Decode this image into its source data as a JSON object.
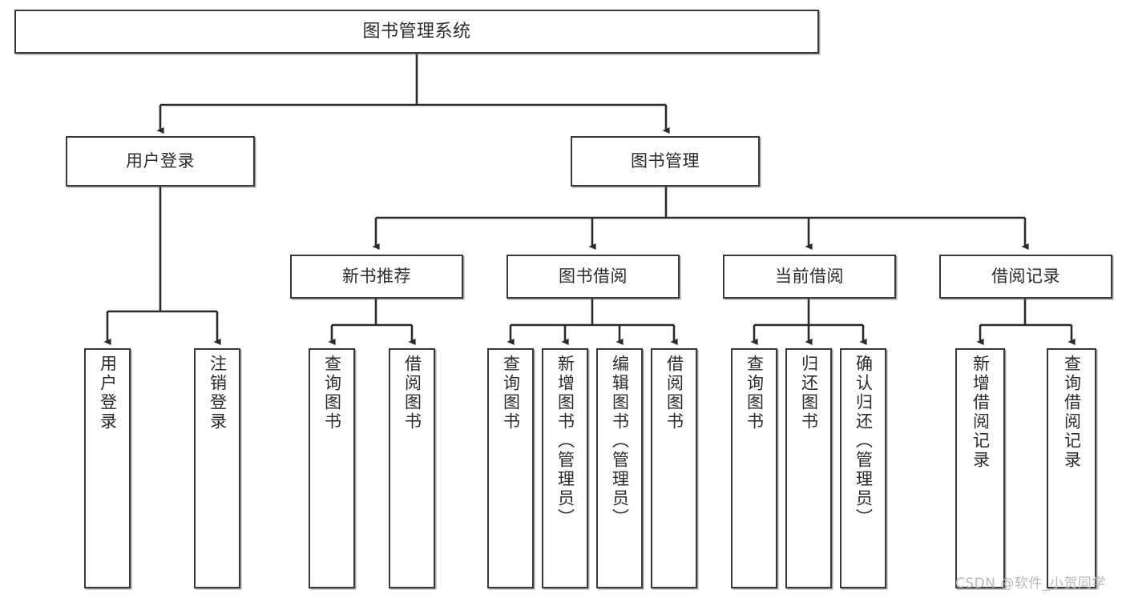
{
  "diagram": {
    "title": "图书管理系统",
    "watermark": "CSDN @软件_小贺同学",
    "colors": {
      "border": "#3a3a3a",
      "background": "#ffffff",
      "text": "#2b2b2b",
      "edge": "#2b2b2b",
      "watermark": "#b9b9b9"
    },
    "nodes": {
      "root": {
        "label": "图书管理系统"
      },
      "level1": [
        {
          "key": "user_login",
          "label": "用户登录"
        },
        {
          "key": "book_manage",
          "label": "图书管理"
        }
      ],
      "level2": [
        {
          "key": "new_book_rec",
          "label": "新书推荐"
        },
        {
          "key": "book_borrow",
          "label": "图书借阅"
        },
        {
          "key": "current_borrow",
          "label": "当前借阅"
        },
        {
          "key": "borrow_record",
          "label": "借阅记录"
        }
      ],
      "leaves": [
        {
          "key": "leaf_user_login",
          "label": "用户登录",
          "parent": "user_login"
        },
        {
          "key": "leaf_logout",
          "label": "注销登录",
          "parent": "user_login"
        },
        {
          "key": "leaf_query_book_1",
          "label": "查询图书",
          "parent": "new_book_rec"
        },
        {
          "key": "leaf_borrow_book_1",
          "label": "借阅图书",
          "parent": "new_book_rec"
        },
        {
          "key": "leaf_query_book_2",
          "label": "查询图书",
          "parent": "book_borrow"
        },
        {
          "key": "leaf_add_book",
          "label": "新增图书（管理员）",
          "parent": "book_borrow"
        },
        {
          "key": "leaf_edit_book",
          "label": "编辑图书（管理员）",
          "parent": "book_borrow"
        },
        {
          "key": "leaf_borrow_book_2",
          "label": "借阅图书",
          "parent": "book_borrow"
        },
        {
          "key": "leaf_query_book_3",
          "label": "查询图书",
          "parent": "current_borrow"
        },
        {
          "key": "leaf_return_book",
          "label": "归还图书",
          "parent": "current_borrow"
        },
        {
          "key": "leaf_confirm_return",
          "label": "确认归还（管理员）",
          "parent": "current_borrow"
        },
        {
          "key": "leaf_add_record",
          "label": "新增借阅记录",
          "parent": "borrow_record"
        },
        {
          "key": "leaf_query_record",
          "label": "查询借阅记录",
          "parent": "borrow_record"
        }
      ]
    }
  }
}
